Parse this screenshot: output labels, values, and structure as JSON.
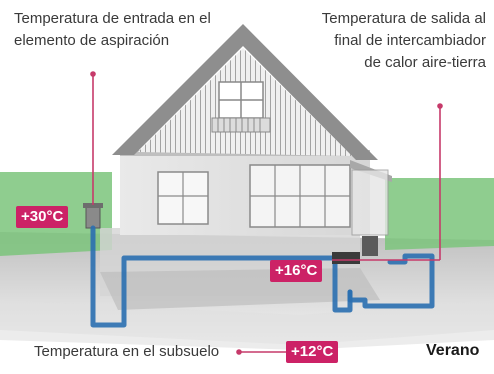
{
  "labels": {
    "inlet_line1": "Temperatura de entrada en el",
    "inlet_line2": "elemento de aspiración",
    "outlet_line1": "Temperatura de salida al",
    "outlet_line2": "final de intercambiador",
    "outlet_line3": "de calor aire-tierra",
    "subsoil": "Temperatura en el subsuelo"
  },
  "temperatures": {
    "inlet": "+30°C",
    "outlet": "+16°C",
    "subsoil": "+12°C"
  },
  "season": "Verano",
  "colors": {
    "badge": "#cc2266",
    "pipe": "#2a6fb0",
    "grass": "#7bc47b",
    "pointer": "#c63a6a"
  }
}
